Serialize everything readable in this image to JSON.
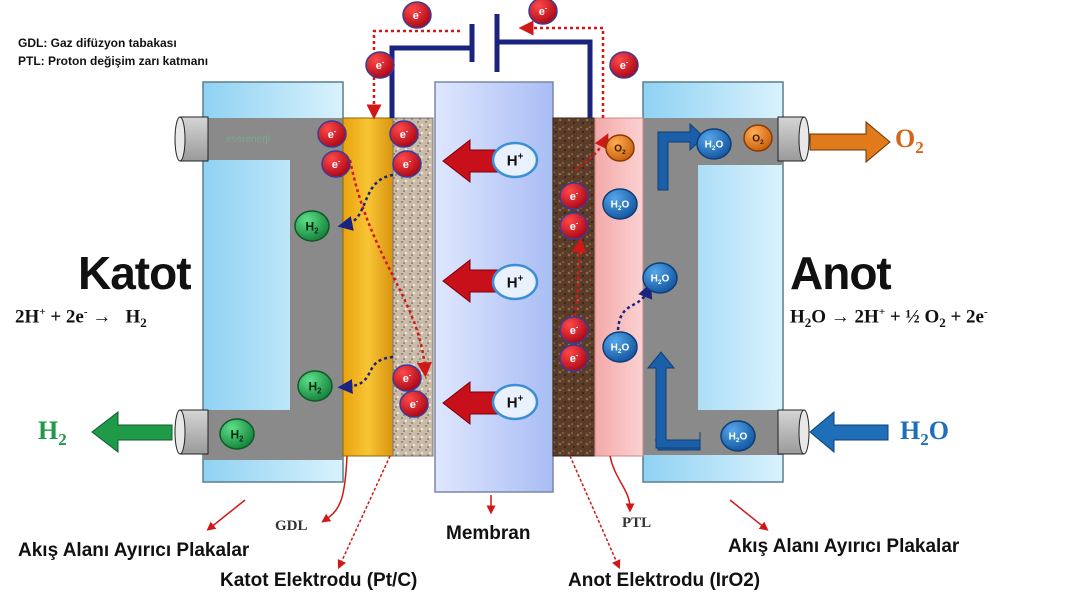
{
  "legend": {
    "gdl_definition": "GDL: Gaz difüzyon tabakası",
    "ptl_definition": "PTL: Proton değişim zarı katmanı"
  },
  "cathode": {
    "title": "Katot",
    "equation_parts": {
      "a": "2H",
      "a_sup": "+",
      "b": " + 2e",
      "b_sup": "-",
      "arrow": " → ",
      "c": "H",
      "c_sub": "2"
    },
    "output_gas": {
      "main": "H",
      "sub": "2"
    },
    "molecule_label": "H2"
  },
  "anode": {
    "title": "Anot",
    "equation_parts": {
      "a": "H",
      "a_sub": "2",
      "b": "O → 2H",
      "b_sup": "+",
      "c": " + ½ O",
      "c_sub": "2",
      "d": " + 2e",
      "d_sup": "-"
    },
    "output_gas": {
      "main": "O",
      "sub": "2"
    },
    "input_gas": {
      "main": "H",
      "sub": "2",
      "tail": "O"
    }
  },
  "molecules": {
    "electron": "e-",
    "proton": "H+",
    "hydrogen": "H2",
    "water": "H2O",
    "oxygen": "O2"
  },
  "watermark": "eserenerji",
  "labels": {
    "gdl": "GDL",
    "ptl": "PTL",
    "membrane": "Membran",
    "flow_plates_left": "Akış Alanı Ayırıcı Plakalar",
    "flow_plates_right": "Akış Alanı Ayırıcı Plakalar",
    "cathode_electrode": "Katot Elektrodu (Pt/C)",
    "anode_electrode": "Anot Elektrodu (IrO2)"
  },
  "colors": {
    "electron": "#c8101a",
    "proton_ring": "#3b8fd6",
    "hydrogen": "#1f9a48",
    "water": "#1f6fb8",
    "oxygen": "#e07a1a",
    "circuit": "#1a237e",
    "gdl": "#f2b21c",
    "ptl": "#f6b3b3",
    "membrane": "#c9d6fb",
    "plate": "#9fd8f5",
    "channel": "#8a8a8a"
  }
}
